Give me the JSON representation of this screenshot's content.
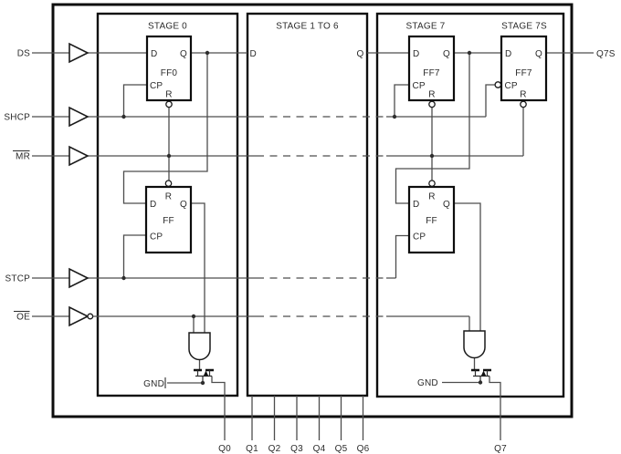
{
  "colors": {
    "background": "#ffffff",
    "wire": "#4d4d4d",
    "box_stroke": "#0d0d0d",
    "text": "#2b2b2b"
  },
  "inputs": {
    "ds": "DS",
    "shcp": "SHCP",
    "mr": "MR",
    "stcp": "STCP",
    "oe": "OE"
  },
  "stage0": {
    "title": "STAGE 0",
    "shift_ff": {
      "name": "FF0",
      "pin_d": "D",
      "pin_q": "Q",
      "pin_cp": "CP",
      "pin_r": "R"
    },
    "storage_ff": {
      "name": "FF",
      "pin_d": "D",
      "pin_q": "Q",
      "pin_cp": "CP",
      "pin_r": "R"
    },
    "gnd": "GND"
  },
  "stage1to6": {
    "title": "STAGE 1 TO 6",
    "pin_d": "D",
    "pin_q": "Q"
  },
  "stage7": {
    "title": "STAGE 7",
    "shift_ff": {
      "name": "FF7",
      "pin_d": "D",
      "pin_q": "Q",
      "pin_cp": "CP",
      "pin_r": "R"
    },
    "storage_ff": {
      "name": "FF",
      "pin_d": "D",
      "pin_q": "Q",
      "pin_cp": "CP",
      "pin_r": "R"
    },
    "gnd": "GND"
  },
  "stage7s": {
    "title": "STAGE 7S",
    "shift_ff": {
      "name": "FF7",
      "pin_d": "D",
      "pin_q": "Q",
      "pin_cp": "CP",
      "pin_r": "R"
    }
  },
  "outputs": {
    "q0": "Q0",
    "q1": "Q1",
    "q2": "Q2",
    "q3": "Q3",
    "q4": "Q4",
    "q5": "Q5",
    "q6": "Q6",
    "q7": "Q7",
    "q7s": "Q7S"
  }
}
